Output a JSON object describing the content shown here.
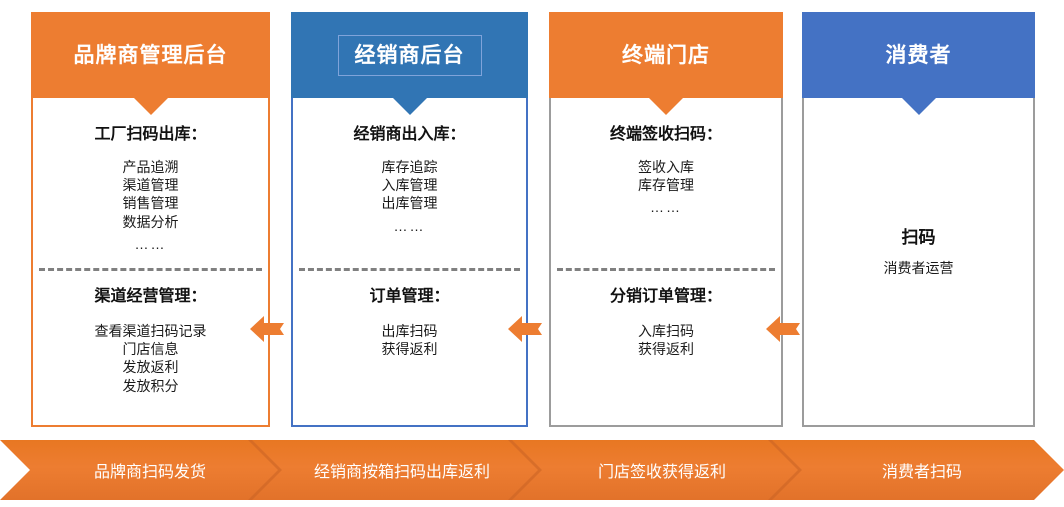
{
  "diagram": {
    "columns": [
      {
        "id": "brand-admin",
        "header": "品牌商管理后台",
        "header_style": "orange",
        "boxed_title": false,
        "top_section": {
          "title": "工厂扫码出库：",
          "lines": [
            "产品追溯",
            "渠道管理",
            "销售管理",
            "数据分析",
            "……"
          ]
        },
        "bottom_section": {
          "title": "渠道经营管理：",
          "lines": [
            "查看渠道扫码记录",
            "门店信息",
            "发放返利",
            "发放积分"
          ]
        }
      },
      {
        "id": "distributor-backend",
        "header": "经销商后台",
        "header_style": "blue2",
        "boxed_title": true,
        "top_section": {
          "title": "经销商出入库：",
          "lines": [
            "库存追踪",
            "入库管理",
            "出库管理",
            "……"
          ]
        },
        "bottom_section": {
          "title": "订单管理：",
          "lines": [
            "出库扫码",
            "获得返利"
          ]
        }
      },
      {
        "id": "terminal-store",
        "header": "终端门店",
        "header_style": "orange",
        "boxed_title": false,
        "top_section": {
          "title": "终端签收扫码：",
          "lines": [
            "签收入库",
            "库存管理",
            "……"
          ]
        },
        "bottom_section": {
          "title": "分销订单管理：",
          "lines": [
            "入库扫码",
            "获得返利"
          ]
        }
      },
      {
        "id": "consumer",
        "header": "消费者",
        "header_style": "blue",
        "boxed_title": false,
        "plain_section": {
          "title": "扫码",
          "subtitle": "消费者运营"
        }
      }
    ],
    "process_band": {
      "steps": [
        "品牌商扫码发货",
        "经销商按箱扫码出库返利",
        "门店签收获得返利",
        "消费者扫码"
      ]
    },
    "connectors": [
      {
        "id": "arrow-distributor-to-brand",
        "direction": "left"
      },
      {
        "id": "arrow-store-to-distributor",
        "direction": "left"
      },
      {
        "id": "arrow-consumer-to-store",
        "direction": "left"
      }
    ],
    "colors": {
      "orange": "#ED7D31",
      "blue": "#4472C4",
      "blue_dark": "#3175B4",
      "gray_border": "#9C9C9C",
      "divider": "#808080",
      "band": "#ED7D31"
    }
  }
}
